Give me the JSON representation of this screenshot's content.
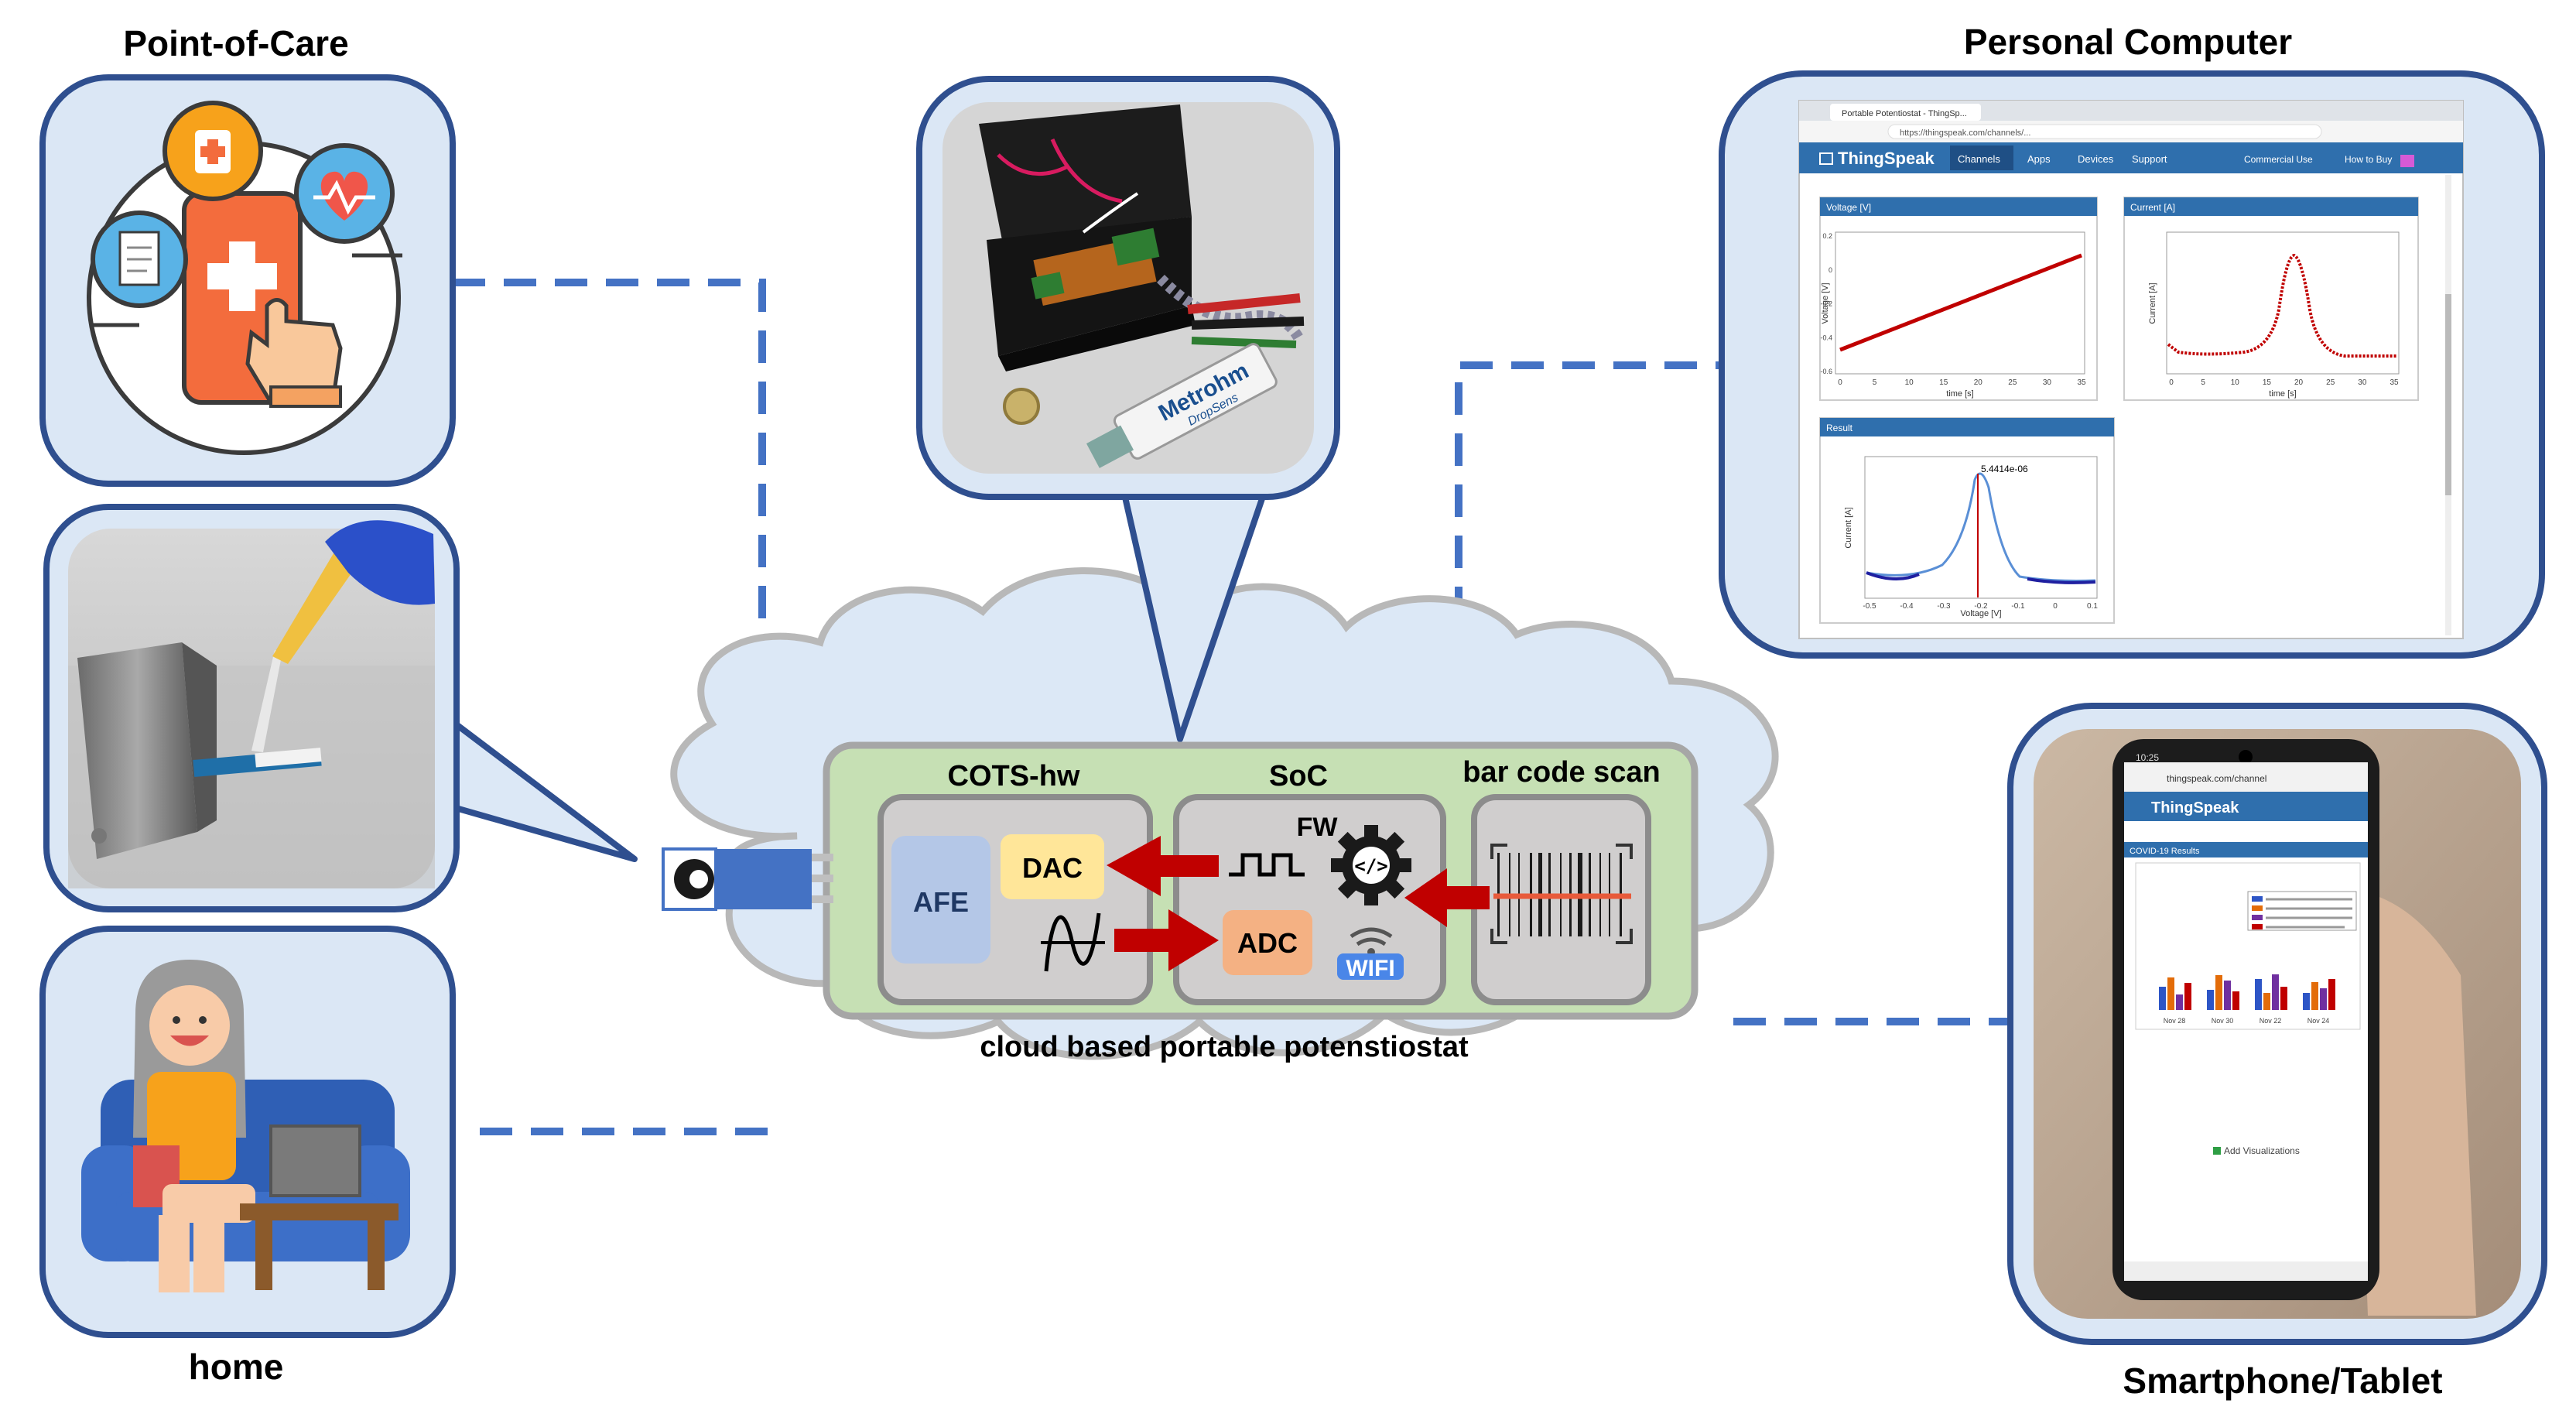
{
  "labels": {
    "point_of_care": "Point-of-Care",
    "home": "home",
    "personal_computer": "Personal Computer",
    "smartphone_tablet": "Smartphone/Tablet",
    "cots_hw": "COTS-hw",
    "soc": "SoC",
    "bar_code_scan": "bar code scan",
    "afe": "AFE",
    "dac": "DAC",
    "adc": "ADC",
    "fw": "FW",
    "wifi": "WIFI",
    "cloud_caption": "cloud based portable potenstiostat"
  },
  "device_photo": {
    "brand": "Metrohm",
    "sub": "DropSens"
  },
  "pc_screen": {
    "browser_tab": "Portable Potentiostat - ThingSp...",
    "url": "https://thingspeak.com/channels/...",
    "brand": "ThingSpeak",
    "nav": [
      "Channels",
      "Apps",
      "Devices",
      "Support"
    ],
    "nav_right": [
      "Commercial Use",
      "How to Buy"
    ],
    "panels": {
      "voltage": {
        "title": "Voltage [V]",
        "xlabel": "time [s]",
        "ylabel": "Voltage [V]",
        "xticks": [
          "0",
          "5",
          "10",
          "15",
          "20",
          "25",
          "30",
          "35"
        ],
        "yticks": [
          "0.2",
          "0",
          "-0.2",
          "-0.4",
          "-0.6"
        ]
      },
      "current": {
        "title": "Current [A]",
        "xlabel": "time [s]",
        "ylabel": "Current [A]",
        "xticks": [
          "0",
          "5",
          "10",
          "15",
          "20",
          "25",
          "30",
          "35"
        ]
      },
      "result": {
        "title": "Result",
        "annotation": "5.4414e-06",
        "xlabel": "Voltage [V]",
        "ylabel": "Current [A]",
        "xticks": [
          "-0.5",
          "-0.4",
          "-0.3",
          "-0.2",
          "-0.1",
          "0",
          "0.1"
        ]
      }
    }
  },
  "phone_screen": {
    "time": "10:25",
    "url": "thingspeak.com/channel",
    "brand": "ThingSpeak",
    "panel_title": "COVID-19 Results",
    "xticks": [
      "Nov 28",
      "Nov 30",
      "Nov 22",
      "Nov 24"
    ],
    "add_visualizations": "Add Visualizations"
  },
  "colors": {
    "panel_bg": "#dbe7f5",
    "panel_border": "#2f4f8f",
    "cloud_bg": "#dce8f6",
    "green_box": "#c6e0b4",
    "dashed_line": "#4472c4",
    "arrow_red": "#c00000",
    "afe_bg": "#b4c7e7",
    "dac_bg": "#ffe699",
    "adc_bg": "#f4b183",
    "wifi_blue": "#4a86e8",
    "thingspeak_blue": "#2f6fad"
  }
}
